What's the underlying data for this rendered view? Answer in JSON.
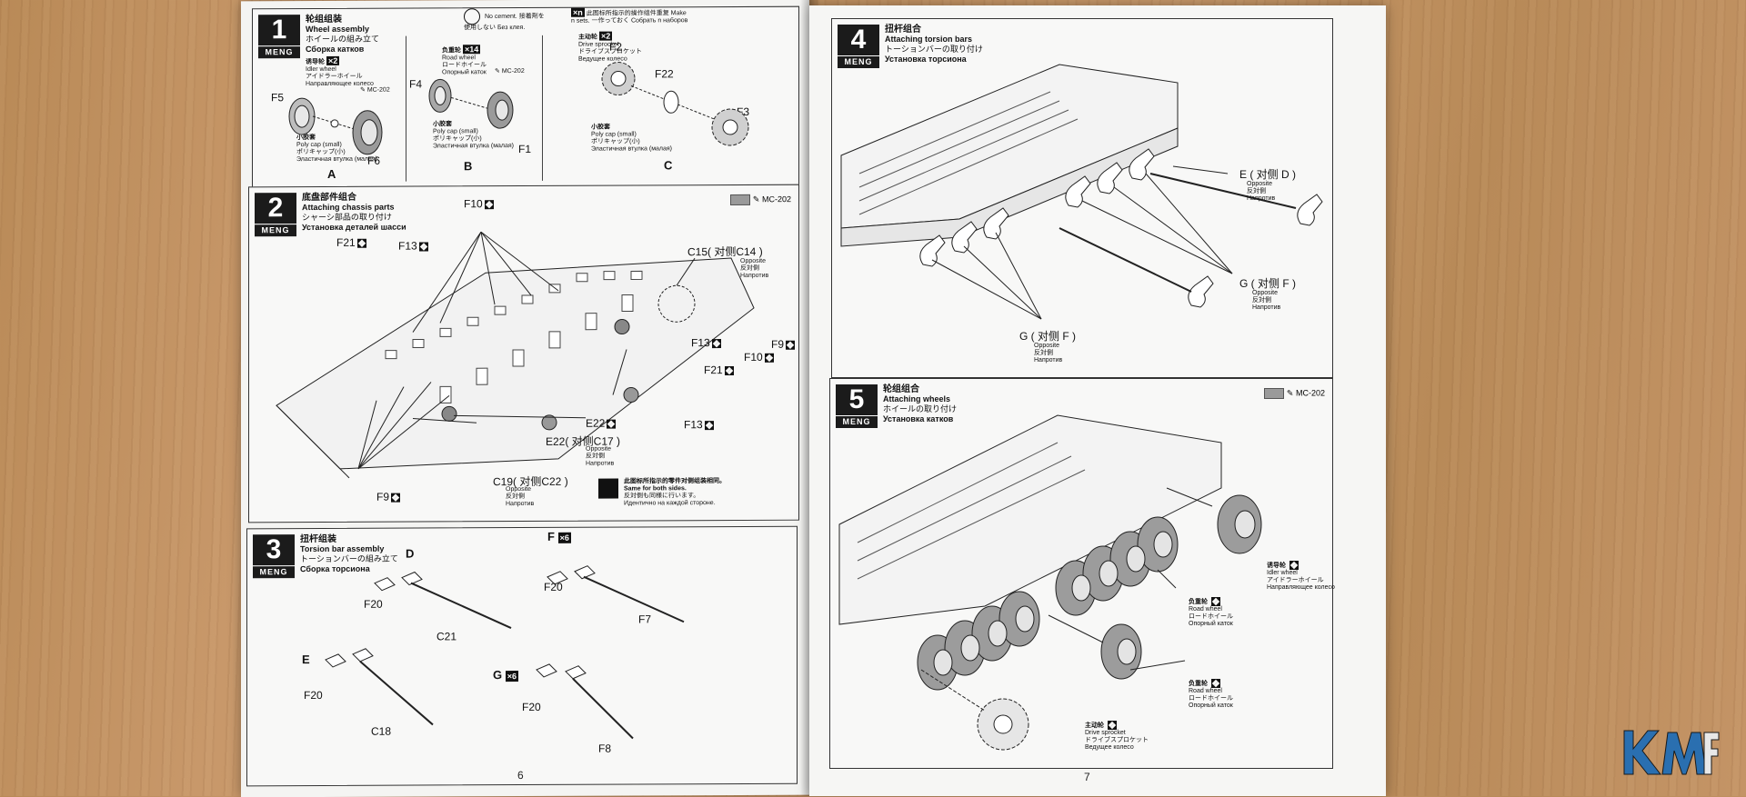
{
  "left_page": {
    "page_number": "6",
    "step1": {
      "number": "1",
      "brand": "MENG",
      "title_zh": "轮组组装",
      "title_en": "Wheel assembly",
      "title_ja": "ホイールの組み立て",
      "title_ru": "Сборка катков",
      "notice_glue": "No cement. 接着剤を使用しない Без клея.",
      "notice_repeat": "此图标所指示的操作组件重复 Make n sets. 一作っておく Собрать n наборов",
      "repeat_mark": "×n",
      "subA": {
        "label": "A",
        "name_zh": "诱导轮",
        "qty": "×2",
        "name_en": "Idler wheel",
        "name_ja": "アイドラーホイール",
        "name_ru": "Направляющее колесо",
        "paint": "MC-202",
        "parts": [
          "F5",
          "F6"
        ],
        "cap_zh": "小胶套",
        "cap_en": "Poly cap (small)",
        "cap_ja": "ポリキャップ(小)",
        "cap_ru": "Эластичная втулка (малая)"
      },
      "subB": {
        "label": "B",
        "name_zh": "负重轮",
        "qty": "×14",
        "name_en": "Road wheel",
        "name_ja": "ロードホイール",
        "name_ru": "Опорный каток",
        "paint": "MC-202",
        "parts": [
          "F4",
          "F1"
        ],
        "cap_zh": "小胶套",
        "cap_en": "Poly cap (small)",
        "cap_ja": "ポリキャップ(小)",
        "cap_ru": "Эластичная втулка (малая)"
      },
      "subC": {
        "label": "C",
        "name_zh": "主动轮",
        "qty": "×2",
        "name_en": "Drive sprocket",
        "name_ja": "ドライブスプロケット",
        "name_ru": "Ведущее колесо",
        "parts": [
          "F2",
          "F22",
          "F3"
        ],
        "cap_zh": "小胶套",
        "cap_en": "Poly cap (small)",
        "cap_ja": "ポリキャップ(小)",
        "cap_ru": "Эластичная втулка (малая)"
      }
    },
    "step2": {
      "number": "2",
      "brand": "MENG",
      "title_zh": "底盘部件组合",
      "title_en": "Attaching chassis parts",
      "title_ja": "シャーシ部品の取り付け",
      "title_ru": "Установка деталей шасси",
      "paint": "MC-202",
      "parts": [
        "F10",
        "F21",
        "F13",
        "C15( 对侧C14 )",
        "F13",
        "F10",
        "F9",
        "F21",
        "F13",
        "E22",
        "E22( 对侧C17 )",
        "C19( 对侧C22 )",
        "F9"
      ],
      "opposite_en": "Opposite",
      "opposite_ja": "反対側",
      "opposite_ru": "Напротив",
      "note_zh": "此图标所指示的零件对侧组装相同。",
      "note_en": "Same for both sides.",
      "note_ja": "反対側も同様に行います。",
      "note_ru": "Идентично на каждой стороне."
    },
    "step3": {
      "number": "3",
      "brand": "MENG",
      "title_zh": "扭杆组装",
      "title_en": "Torsion bar assembly",
      "title_ja": "トーションバーの組み立て",
      "title_ru": "Сборка торсиона",
      "subs": [
        {
          "label": "D",
          "qty": "",
          "parts": [
            "F20",
            "C21"
          ]
        },
        {
          "label": "F",
          "qty": "×6",
          "parts": [
            "F20",
            "F7"
          ]
        },
        {
          "label": "E",
          "qty": "",
          "parts": [
            "F20",
            "C18"
          ]
        },
        {
          "label": "G",
          "qty": "×6",
          "parts": [
            "F20",
            "F8"
          ]
        }
      ]
    }
  },
  "right_page": {
    "page_number": "7",
    "step4": {
      "number": "4",
      "brand": "MENG",
      "title_zh": "扭杆组合",
      "title_en": "Attaching torsion bars",
      "title_ja": "トーションバーの取り付け",
      "title_ru": "Установка торсиона",
      "callout_E": "E ( 对侧 D )",
      "callout_G1": "G ( 对侧 F )",
      "callout_G2": "G ( 对侧 F )",
      "opposite_en": "Opposite",
      "opposite_ja": "反対側",
      "opposite_ru": "Напротив"
    },
    "step5": {
      "number": "5",
      "brand": "MENG",
      "title_zh": "轮组组合",
      "title_en": "Attaching wheels",
      "title_ja": "ホイールの取り付け",
      "title_ru": "Установка катков",
      "paint": "MC-202",
      "idler_zh": "诱导轮",
      "idler_en": "Idler wheel",
      "idler_ja": "アイドラーホイール",
      "idler_ru": "Направляющее колесо",
      "road_zh": "负重轮",
      "road_en": "Road wheel",
      "road_ja": "ロードホイール",
      "road_ru": "Опорный каток",
      "drive_zh": "主动轮",
      "drive_en": "Drive sprocket",
      "drive_ja": "ドライブスプロケット",
      "drive_ru": "Ведущее колесо"
    }
  },
  "colors": {
    "paper": "#f4f4f2",
    "ink": "#1b1b1b",
    "wood": "#c4925f",
    "wheel_grey": "#9a9a9a"
  }
}
